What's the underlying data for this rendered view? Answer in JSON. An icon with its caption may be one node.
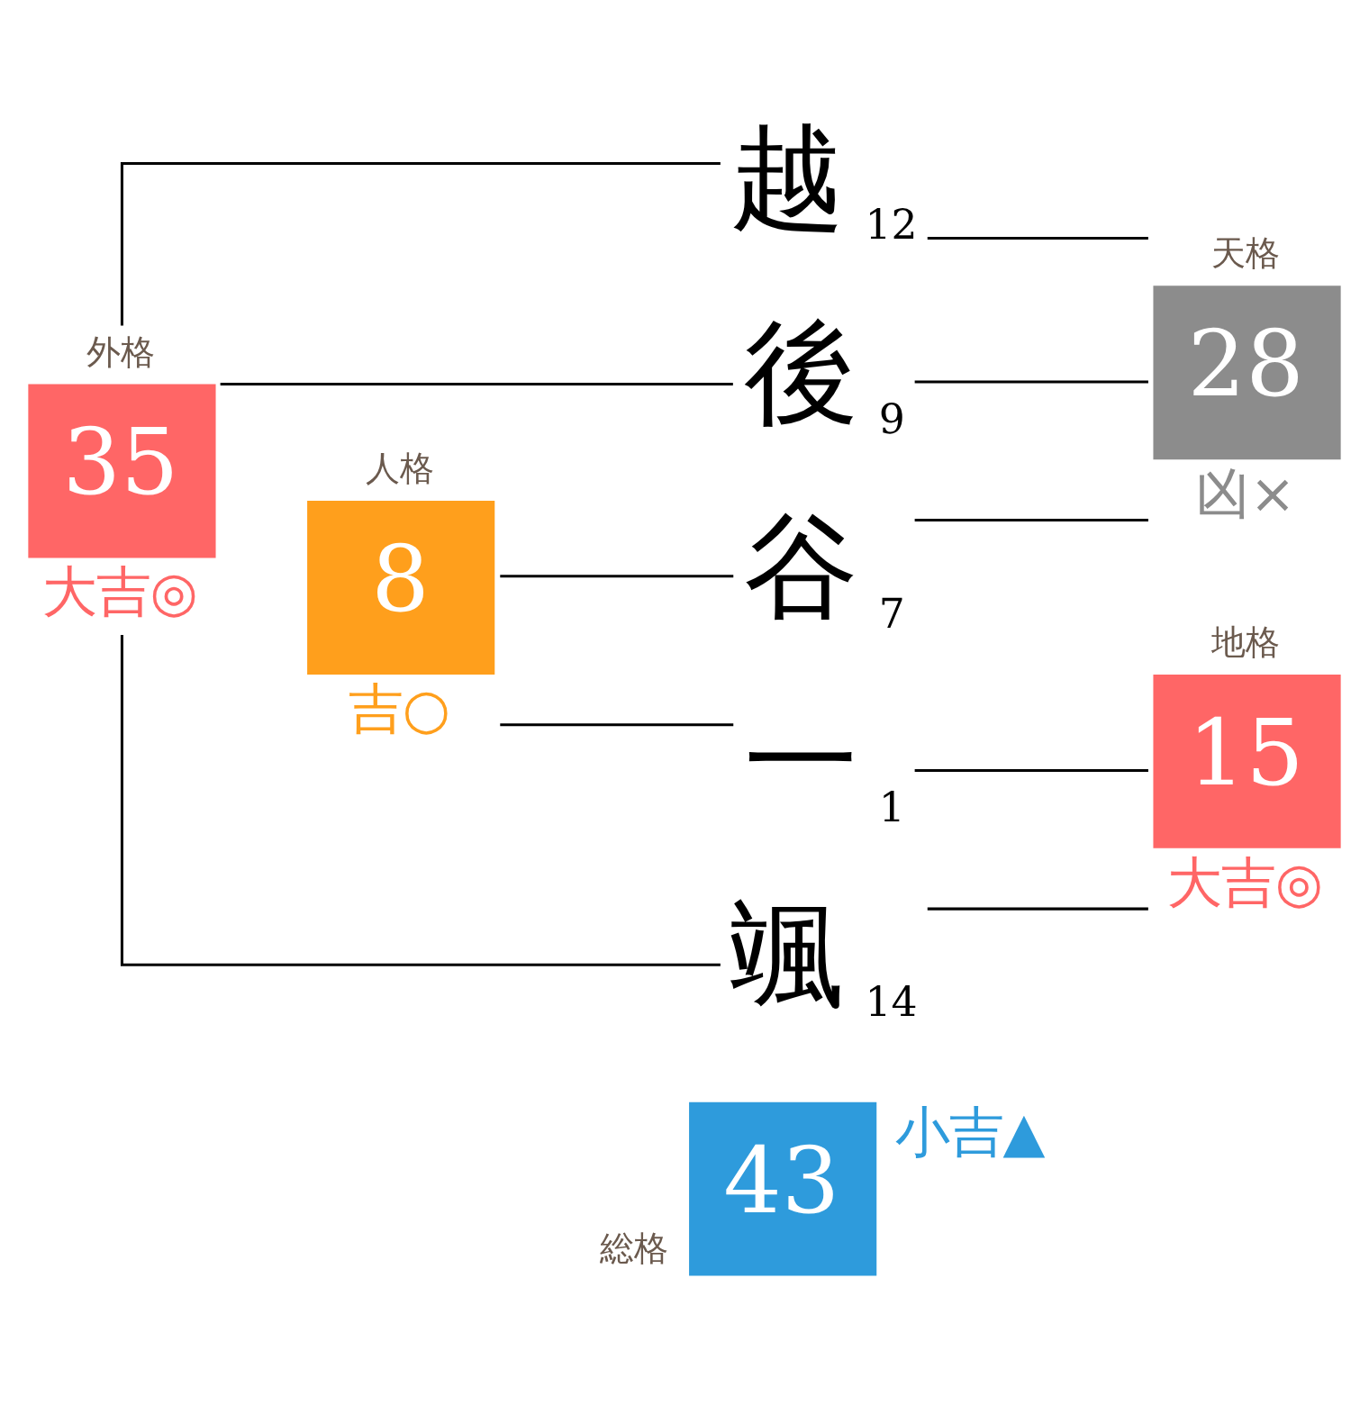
{
  "diagram": {
    "nodes": [
      {
        "text": [
          "外格",
          "35"
        ],
        "beside": [
          "大吉◎"
        ]
      },
      {
        "text": [
          "越"
        ],
        "beside": [
          "12"
        ]
      },
      {
        "text": [
          "天格",
          "28"
        ],
        "beside": [
          "凶×"
        ]
      },
      {
        "text": [
          "後"
        ],
        "beside": [
          "9"
        ]
      },
      {
        "text": [
          "谷"
        ],
        "beside": [
          "7"
        ]
      },
      {
        "text": [
          "人格",
          "8"
        ],
        "beside": [
          "吉○"
        ]
      },
      {
        "text": [
          "一"
        ],
        "beside": [
          "1"
        ]
      },
      {
        "text": [
          "地格",
          "15"
        ],
        "beside": [
          "大吉◎"
        ]
      },
      {
        "text": [
          "颯"
        ],
        "beside": [
          "14"
        ]
      },
      {
        "text": [
          "総格",
          "43"
        ],
        "beside": [
          "小吉▲"
        ]
      }
    ],
    "edges": [
      {
        "from": 0,
        "to": 1,
        "arrow": "none"
      },
      {
        "from": 0,
        "to": 3,
        "arrow": "none"
      },
      {
        "from": 0,
        "to": 8,
        "arrow": "none"
      },
      {
        "from": 1,
        "to": 2,
        "arrow": "none"
      },
      {
        "from": 3,
        "to": 2,
        "arrow": "none"
      },
      {
        "from": 4,
        "to": 2,
        "arrow": "none"
      },
      {
        "from": 5,
        "to": 4,
        "arrow": "none"
      },
      {
        "from": 5,
        "to": 6,
        "arrow": "none"
      },
      {
        "from": 6,
        "to": 7,
        "arrow": "none"
      },
      {
        "from": 8,
        "to": 7,
        "arrow": "none"
      }
    ]
  }
}
